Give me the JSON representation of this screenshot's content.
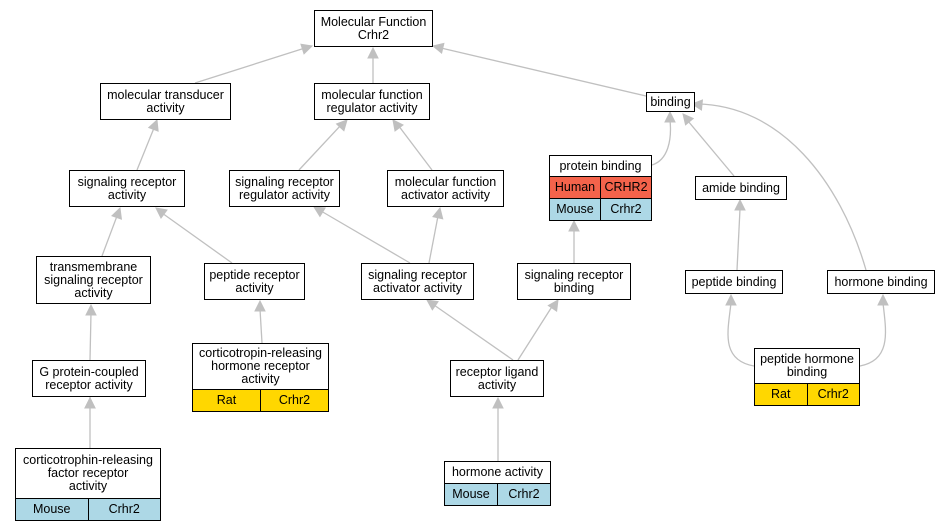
{
  "colors": {
    "edge": "#c0c0c0",
    "human": "#f4634b",
    "mouse": "#add8e6",
    "rat": "#ffd700"
  },
  "nodes": {
    "mf_root": {
      "label": "Molecular Function\nCrhr2"
    },
    "mol_transducer": {
      "label": "molecular transducer\nactivity"
    },
    "mf_regulator": {
      "label": "molecular function\nregulator activity"
    },
    "binding": {
      "label": "binding"
    },
    "sig_receptor": {
      "label": "signaling receptor\nactivity"
    },
    "sig_receptor_regulator": {
      "label": "signaling receptor\nregulator activity"
    },
    "mf_activator": {
      "label": "molecular function\nactivator activity"
    },
    "protein_binding": {
      "label": "protein binding",
      "annotations": [
        {
          "species": "Human",
          "gene": "CRHR2",
          "color": "human"
        },
        {
          "species": "Mouse",
          "gene": "Crhr2",
          "color": "mouse"
        }
      ]
    },
    "amide_binding": {
      "label": "amide binding"
    },
    "transmembrane": {
      "label": "transmembrane\nsignaling receptor\nactivity"
    },
    "peptide_receptor": {
      "label": "peptide receptor\nactivity"
    },
    "sig_receptor_activator": {
      "label": "signaling receptor\nactivator activity"
    },
    "sig_receptor_binding": {
      "label": "signaling receptor\nbinding"
    },
    "peptide_binding": {
      "label": "peptide binding"
    },
    "hormone_binding": {
      "label": "hormone binding"
    },
    "gpcr": {
      "label": "G protein-coupled\nreceptor activity"
    },
    "crh_receptor": {
      "label": "corticotropin-releasing\nhormone receptor\nactivity",
      "annotations": [
        {
          "species": "Rat",
          "gene": "Crhr2",
          "color": "rat"
        }
      ]
    },
    "receptor_ligand": {
      "label": "receptor ligand\nactivity"
    },
    "peptide_hormone_binding": {
      "label": "peptide hormone\nbinding",
      "annotations": [
        {
          "species": "Rat",
          "gene": "Crhr2",
          "color": "rat"
        }
      ]
    },
    "crf_receptor": {
      "label": "corticotrophin-releasing\nfactor receptor\nactivity",
      "annotations": [
        {
          "species": "Mouse",
          "gene": "Crhr2",
          "color": "mouse"
        }
      ]
    },
    "hormone_activity": {
      "label": "hormone activity",
      "annotations": [
        {
          "species": "Mouse",
          "gene": "Crhr2",
          "color": "mouse"
        }
      ]
    }
  }
}
